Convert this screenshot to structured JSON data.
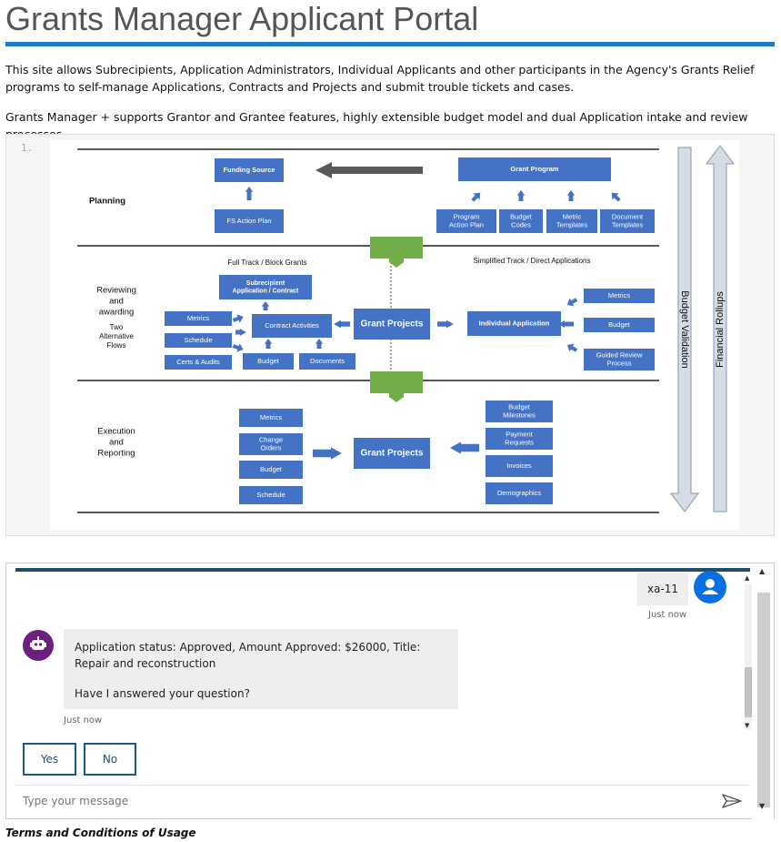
{
  "page": {
    "title": "Grants Manager Applicant Portal",
    "intro": "This site allows Subrecipients, Application Administrators, Individual Applicants and other participants in the Agency's Grants Relief programs to self-manage Applications, Contracts and Projects and submit trouble tickets and cases.",
    "features": "Grants Manager + supports Grantor and Grantee features, highly extensible budget model and dual Application intake and review processes."
  },
  "code_block": {
    "line_number": "1."
  },
  "diagram": {
    "sections": {
      "planning": "Planning",
      "reviewing_lines": [
        "Reviewing",
        "and",
        "awarding"
      ],
      "alt_lines": [
        "Two",
        "Alternative",
        "Flows"
      ],
      "execution_lines": [
        "Execution",
        "and",
        "Reporting"
      ]
    },
    "planning": {
      "funding_source": "Funding Source",
      "fs_action_plan": "FS Action Plan",
      "grant_program": "Grant Program",
      "program_action_plan": [
        "Program",
        "Action Plan"
      ],
      "budget_codes": [
        "Budget",
        "Codes"
      ],
      "metric_templates": [
        "Metric",
        "Templates"
      ],
      "document_templates": [
        "Document",
        "Templates"
      ]
    },
    "reviewing": {
      "full_track": "Full Track / Block Grants",
      "simplified_track": "Simplified Track / Direct Applications",
      "subrecipient_app": [
        "Subrecipient",
        "Application / Contract"
      ],
      "metrics": "Metrics",
      "schedule": "Schedule",
      "certs_audits": "Certs & Audits",
      "contract_activities": "Contract Activities",
      "budget": "Budget",
      "documents": "Documents",
      "grant_projects": "Grant Projects",
      "individual_application": "Individual Application",
      "right_metrics": "Metrics",
      "right_budget": "Budget",
      "guided_review": [
        "Guided Review",
        "Process"
      ]
    },
    "execution": {
      "metrics": "Metrics",
      "change_orders": [
        "Change",
        "Orders"
      ],
      "budget": "Budget",
      "schedule": "Schedule",
      "grant_projects": "Grant Projects",
      "budget_milestones": [
        "Budget",
        "Milestones"
      ],
      "payment_requests": [
        "Payment",
        "Requests"
      ],
      "invoices": "Invoices",
      "demographics": "Demographics"
    },
    "side": {
      "budget_validation": "Budget Validation",
      "financial_rollups": "Financial Rollups"
    },
    "colors": {
      "box": "#4472c4",
      "green": "#70ad47",
      "arrow_gray": "#595959",
      "side_arrow": "#d6dce4"
    }
  },
  "chat": {
    "user_message": "xa-11",
    "user_time": "Just now",
    "bot_message": "Application status: Approved, Amount Approved: $26000, Title: Repair and reconstruction",
    "bot_question": "Have I answered your question?",
    "bot_time": "Just now",
    "yes_label": "Yes",
    "no_label": "No",
    "input_placeholder": "Type your message",
    "colors": {
      "user_avatar": "#0a6fe2",
      "bot_avatar": "#6c1f7d",
      "button_border": "#1b5b8a"
    },
    "icons": {
      "user": "user-icon",
      "bot": "bot-icon",
      "send": "send-icon"
    }
  },
  "footer": {
    "terms_link": "Terms and Conditions of Usage"
  }
}
